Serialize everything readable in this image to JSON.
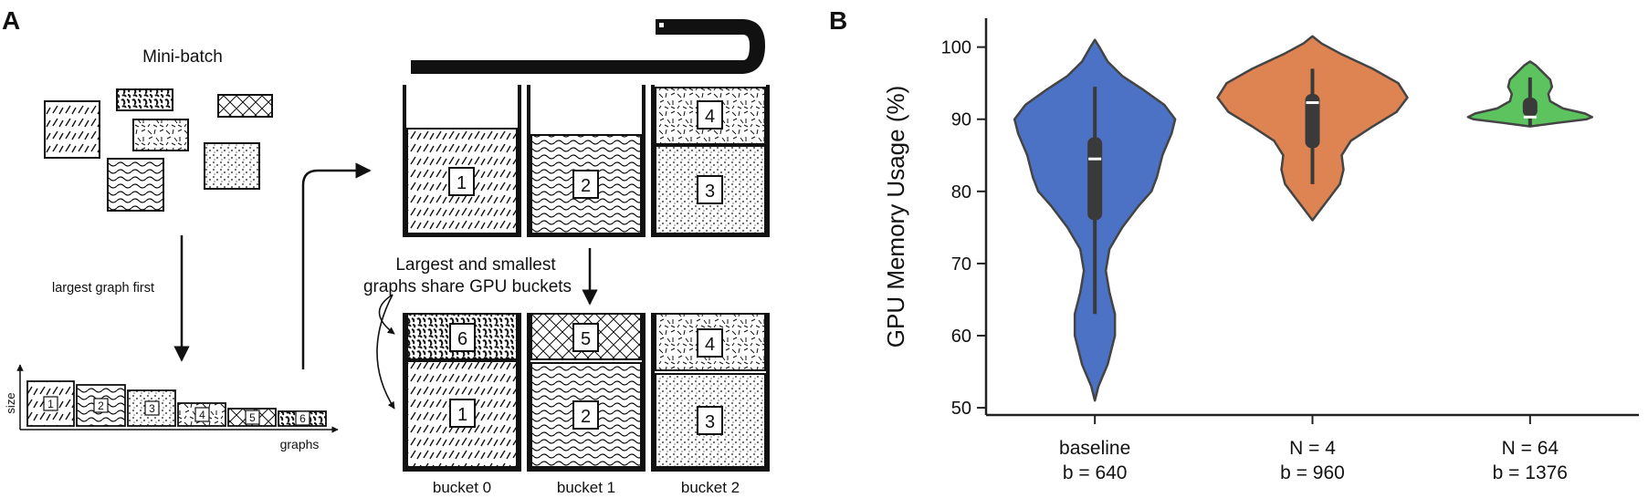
{
  "panel_a": {
    "label": "A",
    "minibatch_title": "Mini-batch",
    "arrow_label": "largest graph first",
    "size_axis": "size",
    "graphs_axis": "graphs",
    "sorted_labels": [
      "1",
      "2",
      "3",
      "4",
      "5",
      "6"
    ],
    "top_bucket_labels": [
      "1",
      "2",
      "4",
      "3"
    ],
    "annotation_line1": "Largest and smallest",
    "annotation_line2": "graphs share GPU buckets",
    "bottom_bucket_labels": [
      "6",
      "1",
      "5",
      "2",
      "4",
      "3"
    ],
    "bucket_names": [
      "bucket 0",
      "bucket 1",
      "bucket 2"
    ]
  },
  "panel_b": {
    "label": "B"
  },
  "chart_data": {
    "type": "violin",
    "ylabel": "GPU Memory Usage (%)",
    "ylim": [
      49,
      104
    ],
    "yticks": [
      "50",
      "60",
      "70",
      "80",
      "90",
      "100"
    ],
    "categories": [
      {
        "line1": "baseline",
        "line2": "b = 640",
        "color": "#4b72c4",
        "min": 51,
        "max": 101,
        "q1": 76,
        "median": 84.5,
        "q3": 87.5,
        "whisker_low": 63,
        "whisker_high": 94.5
      },
      {
        "line1": "N = 4",
        "line2": "b = 960",
        "color": "#dd8452",
        "min": 76,
        "max": 101.5,
        "q1": 86,
        "median": 92.3,
        "q3": 93.5,
        "whisker_low": 81,
        "whisker_high": 97
      },
      {
        "line1": "N = 64",
        "line2": "b = 1376",
        "color": "#5cc35e",
        "min": 89,
        "max": 98,
        "q1": 90.3,
        "median": 90.3,
        "q3": 93,
        "whisker_low": 89,
        "whisker_high": 95.8
      }
    ]
  }
}
